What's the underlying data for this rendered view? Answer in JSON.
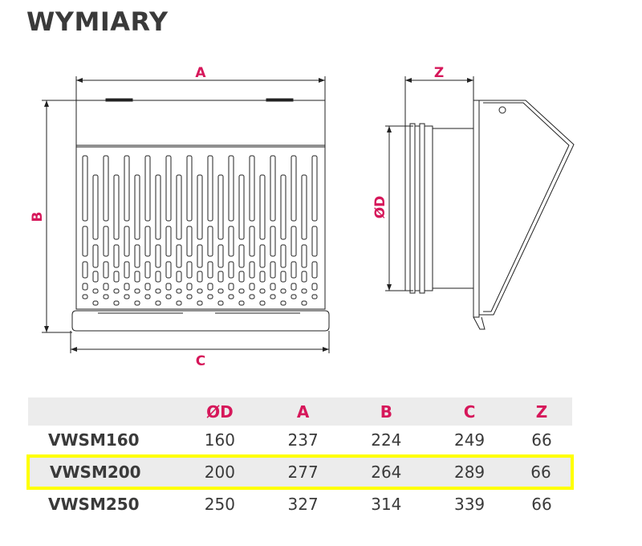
{
  "title": "WYMIARY",
  "drawing": {
    "front_labels": {
      "a": "A",
      "b": "B",
      "c": "C"
    },
    "side_labels": {
      "z": "Z",
      "d": "ØD"
    }
  },
  "table": {
    "headers": [
      "",
      "ØD",
      "A",
      "B",
      "C",
      "Z"
    ],
    "rows": [
      {
        "name": "VWSM160",
        "values": [
          "160",
          "237",
          "224",
          "249",
          "66"
        ],
        "highlighted": false
      },
      {
        "name": "VWSM200",
        "values": [
          "200",
          "277",
          "264",
          "289",
          "66"
        ],
        "highlighted": true
      },
      {
        "name": "VWSM250",
        "values": [
          "250",
          "327",
          "314",
          "339",
          "66"
        ],
        "highlighted": false
      }
    ],
    "highlight_color": "#ffff00",
    "header_color": "#d6175a"
  }
}
